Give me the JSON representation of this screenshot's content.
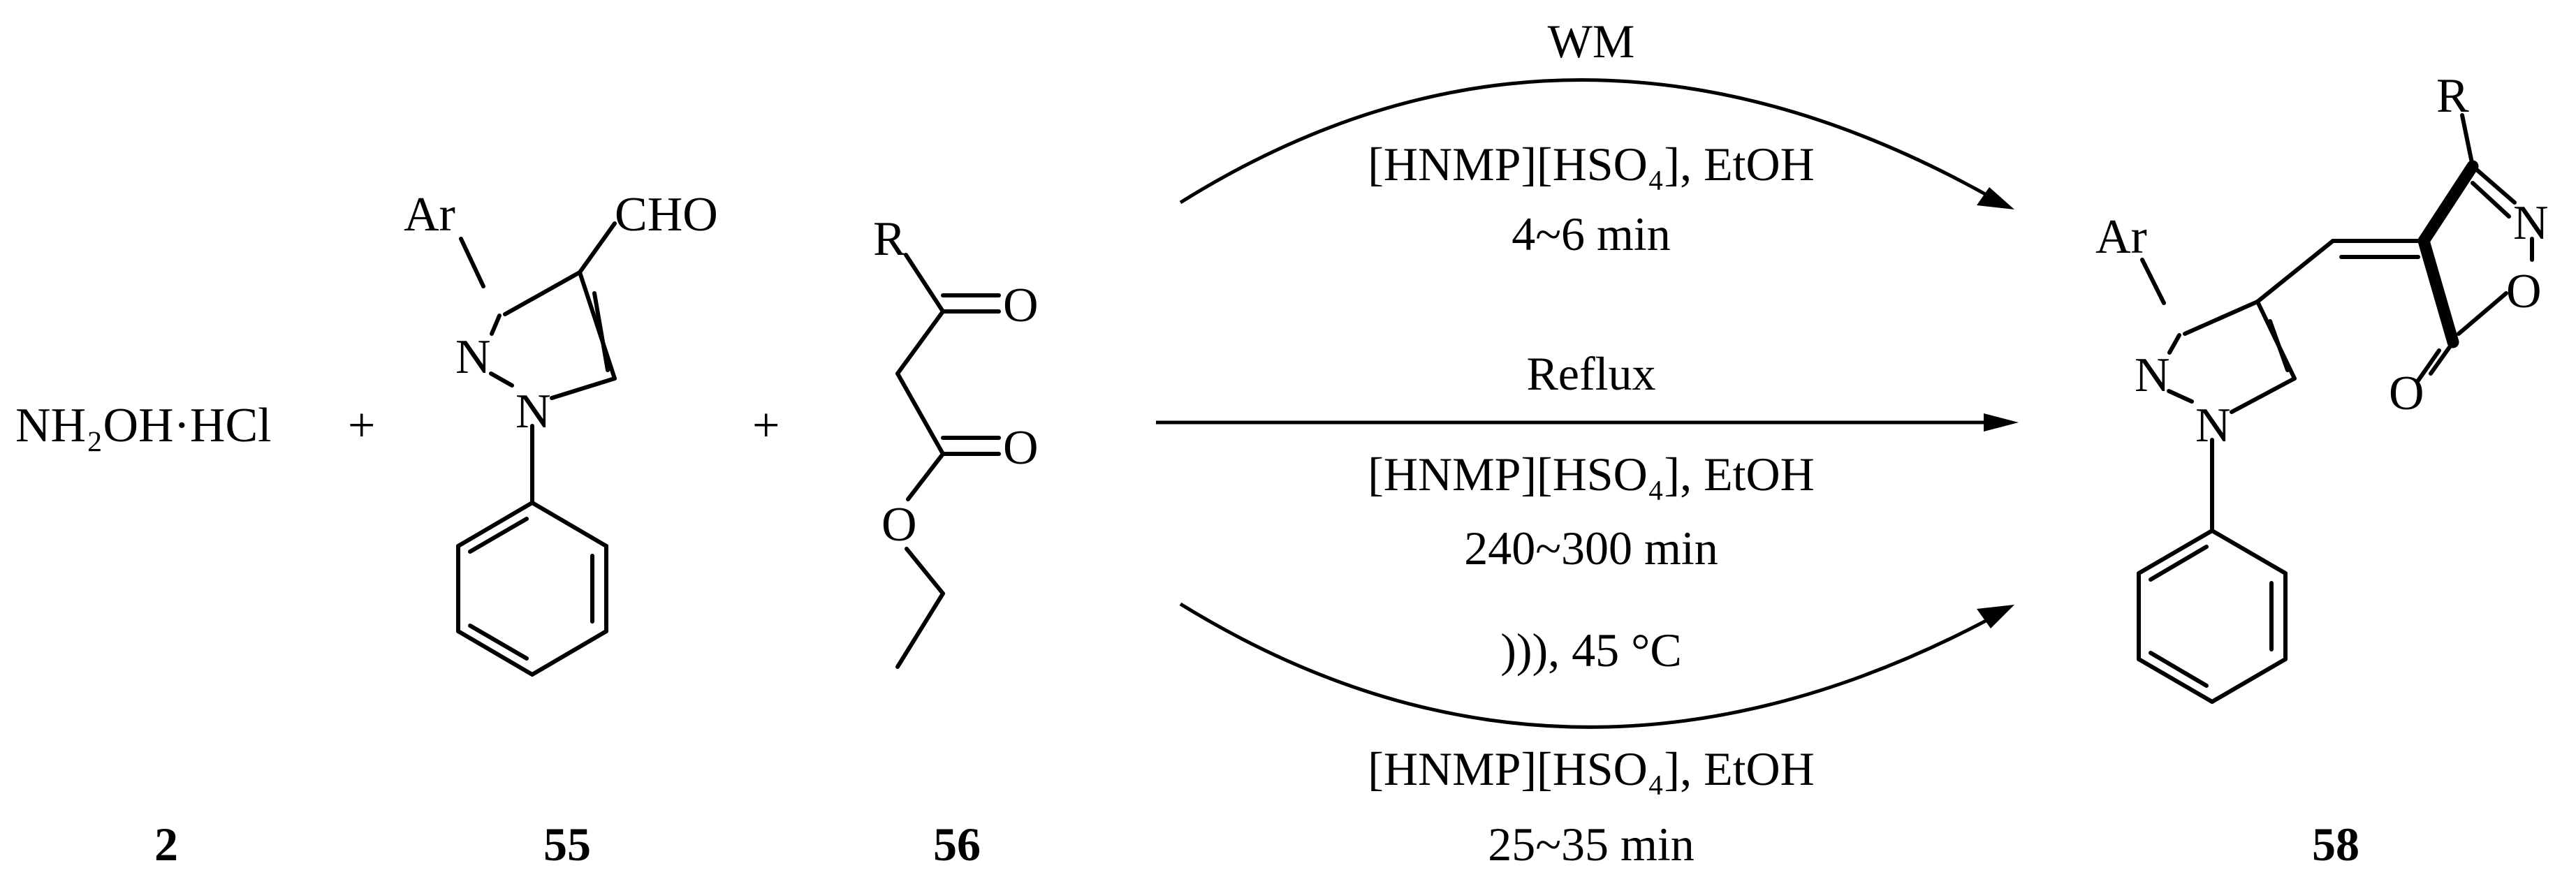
{
  "reactants": {
    "hydroxylamine": {
      "text": "NH₂OH·HCl",
      "number": "2"
    },
    "plus_1": "+",
    "aldehyde": {
      "ar": "Ar",
      "cho": "CHO",
      "n2": "N",
      "n1": "N",
      "number": "55"
    },
    "plus_2": "+",
    "ketoester": {
      "r": "R",
      "o_ketone": "O",
      "o_ester_carbonyl": "O",
      "o_ester": "O",
      "number": "56"
    }
  },
  "conditions": {
    "top": {
      "method": "WM",
      "catalyst": "[HNMP][HSO₄], EtOH",
      "time": "4~6 min"
    },
    "middle": {
      "method": "Reflux",
      "catalyst": "[HNMP][HSO₄], EtOH",
      "time": "240~300 min"
    },
    "bottom": {
      "method": "))), 45 °C",
      "catalyst": "[HNMP][HSO₄], EtOH",
      "time": "25~35 min"
    }
  },
  "product": {
    "ar": "Ar",
    "r": "R",
    "n_pyr2": "N",
    "n_pyr1": "N",
    "n_isox": "N",
    "o_isox": "O",
    "o_carbonyl": "O",
    "number": "58"
  }
}
